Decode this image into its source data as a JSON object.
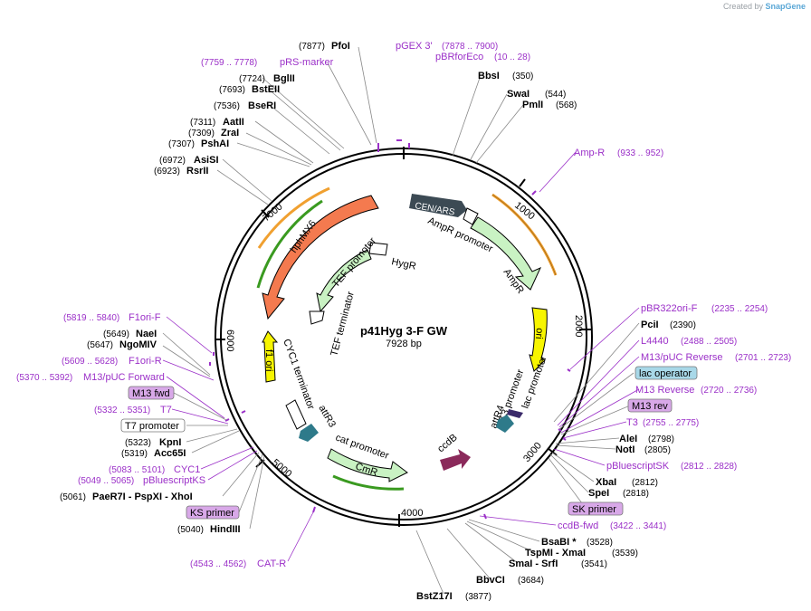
{
  "app": {
    "credit_prefix": "Created by",
    "credit_brand": "SnapGene"
  },
  "plasmid": {
    "name": "p41Hyg 3-F GW",
    "length_label": "7928 bp",
    "length": 7928
  },
  "colors": {
    "primer": "#9b30c8",
    "arrow_orange": "#f47a4f",
    "arrow_lightgreen": "#c9f2c3",
    "arrow_yellow": "#f7f500",
    "arrow_white": "#ffffff",
    "cen_ars": "#3c4a54",
    "ccdb": "#8b2a5b",
    "teal": "#2e7a8a",
    "orf_orange": "#f0a030",
    "orf_green": "#3a9a20",
    "hl_purple_bg": "#d8a8e8",
    "hl_blue_bg": "#a8d8e8"
  },
  "ticks": [
    {
      "bp": 1000,
      "label": "1000"
    },
    {
      "bp": 2000,
      "label": "2000"
    },
    {
      "bp": 3000,
      "label": "3000"
    },
    {
      "bp": 4000,
      "label": "4000"
    },
    {
      "bp": 5000,
      "label": "5000"
    },
    {
      "bp": 6000,
      "label": "6000"
    },
    {
      "bp": 7000,
      "label": "7000"
    }
  ],
  "labels": [
    {
      "name": "PfoI",
      "pos": "(7877)",
      "type": "site"
    },
    {
      "name": "pGEX 3'",
      "pos": "(7878 .. 7900)",
      "type": "primer"
    },
    {
      "name": "pBRforEco",
      "pos": "(10 .. 28)",
      "type": "primer"
    },
    {
      "name": "pRS-marker",
      "pos": "(7759 .. 7778)",
      "type": "primer"
    },
    {
      "name": "BglII",
      "pos": "(7724)",
      "type": "site"
    },
    {
      "name": "BstEII",
      "pos": "(7693)",
      "type": "site"
    },
    {
      "name": "BbsI",
      "pos": "(350)",
      "type": "site"
    },
    {
      "name": "SwaI",
      "pos": "(544)",
      "type": "site"
    },
    {
      "name": "PmlI",
      "pos": "(568)",
      "type": "site"
    },
    {
      "name": "BseRI",
      "pos": "(7536)",
      "type": "site"
    },
    {
      "name": "AatII",
      "pos": "(7311)",
      "type": "site"
    },
    {
      "name": "ZraI",
      "pos": "(7309)",
      "type": "site"
    },
    {
      "name": "PshAI",
      "pos": "(7307)",
      "type": "site"
    },
    {
      "name": "Amp-R",
      "pos": "(933 .. 952)",
      "type": "primer"
    },
    {
      "name": "AsiSI",
      "pos": "(6972)",
      "type": "site"
    },
    {
      "name": "RsrII",
      "pos": "(6923)",
      "type": "site"
    },
    {
      "name": "pBR322ori-F",
      "pos": "(2235 .. 2254)",
      "type": "primer"
    },
    {
      "name": "PciI",
      "pos": "(2390)",
      "type": "site"
    },
    {
      "name": "L4440",
      "pos": "(2488 .. 2505)",
      "type": "primer"
    },
    {
      "name": "M13/pUC Reverse",
      "pos": "(2701 .. 2723)",
      "type": "primer"
    },
    {
      "name": "lac operator",
      "pos": "",
      "type": "box-blue"
    },
    {
      "name": "M13 Reverse",
      "pos": "(2720 .. 2736)",
      "type": "primer"
    },
    {
      "name": "M13 rev",
      "pos": "",
      "type": "box-purple"
    },
    {
      "name": "T3",
      "pos": "(2755 .. 2775)",
      "type": "primer"
    },
    {
      "name": "AleI",
      "pos": "(2798)",
      "type": "site"
    },
    {
      "name": "NotI",
      "pos": "(2805)",
      "type": "site"
    },
    {
      "name": "pBluescriptSK",
      "pos": "(2812 .. 2828)",
      "type": "primer"
    },
    {
      "name": "XbaI",
      "pos": "(2812)",
      "type": "site"
    },
    {
      "name": "SpeI",
      "pos": "(2818)",
      "type": "site"
    },
    {
      "name": "SK primer",
      "pos": "",
      "type": "box-purple"
    },
    {
      "name": "ccdB-fwd",
      "pos": "(3422 .. 3441)",
      "type": "primer"
    },
    {
      "name": "BsaBI *",
      "pos": "(3528)",
      "type": "site"
    },
    {
      "name": "TspMI  - XmaI",
      "pos": "(3539)",
      "type": "site"
    },
    {
      "name": "SmaI  - SrfI",
      "pos": "(3541)",
      "type": "site"
    },
    {
      "name": "BbvCI",
      "pos": "(3684)",
      "type": "site"
    },
    {
      "name": "BstZ17I",
      "pos": "(3877)",
      "type": "site"
    },
    {
      "name": "F1ori-F",
      "pos": "(5819 .. 5840)",
      "type": "primer"
    },
    {
      "name": "NaeI",
      "pos": "(5649)",
      "type": "site"
    },
    {
      "name": "NgoMIV",
      "pos": "(5647)",
      "type": "site"
    },
    {
      "name": "F1ori-R",
      "pos": "(5609 .. 5628)",
      "type": "primer"
    },
    {
      "name": "M13/pUC Forward",
      "pos": "(5370 .. 5392)",
      "type": "primer"
    },
    {
      "name": "M13 fwd",
      "pos": "",
      "type": "box-purple"
    },
    {
      "name": "T7",
      "pos": "(5332 .. 5351)",
      "type": "primer"
    },
    {
      "name": "T7 promoter",
      "pos": "",
      "type": "box-white"
    },
    {
      "name": "KpnI",
      "pos": "(5323)",
      "type": "site"
    },
    {
      "name": "Acc65I",
      "pos": "(5319)",
      "type": "site"
    },
    {
      "name": "CYC1",
      "pos": "(5083 .. 5101)",
      "type": "primer"
    },
    {
      "name": "pBluescriptKS",
      "pos": "(5049 .. 5065)",
      "type": "primer"
    },
    {
      "name": "PaeR7I  - PspXI  - XhoI",
      "pos": "(5061)",
      "type": "site"
    },
    {
      "name": "KS primer",
      "pos": "",
      "type": "box-purple"
    },
    {
      "name": "HindIII",
      "pos": "(5040)",
      "type": "site"
    },
    {
      "name": "CAT-R",
      "pos": "(4543 .. 4562)",
      "type": "primer"
    }
  ],
  "features": [
    {
      "name": "CEN/ARS"
    },
    {
      "name": "AmpR promoter"
    },
    {
      "name": "AmpR"
    },
    {
      "name": "ori"
    },
    {
      "name": "lac promoter"
    },
    {
      "name": "T3 promoter"
    },
    {
      "name": "attR4"
    },
    {
      "name": "ccdB"
    },
    {
      "name": "cat promoter"
    },
    {
      "name": "CmR"
    },
    {
      "name": "attR3"
    },
    {
      "name": "CYC1 terminator"
    },
    {
      "name": "f1 ori"
    },
    {
      "name": "hphMX6"
    },
    {
      "name": "HygR"
    },
    {
      "name": "TEF promoter"
    },
    {
      "name": "TEF terminator"
    }
  ]
}
